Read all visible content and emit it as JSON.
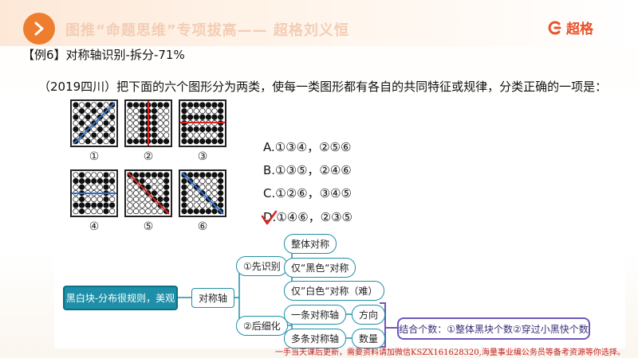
{
  "header": {
    "title": "图推“命题思维”专项拔高—— 超格刘义恒",
    "brand_name": "超格",
    "brand_color": "#e8532b",
    "accent": "#ee7d2e"
  },
  "question": {
    "label": "【例6】对称轴识别-拆分-71%",
    "text": "（2019四川）把下面的六个图形分为两类，使每一类图形都有各自的共同特征或规律，分类正确的一项是：",
    "figure_numbers": [
      "①",
      "②",
      "③",
      "④",
      "⑤",
      "⑥"
    ],
    "options": [
      "A.①③④，②⑤⑥",
      "B.①③⑤，②④⑥",
      "C.①②⑥，③④⑤",
      "D.①④⑥，②③⑤"
    ],
    "selected_option": "D"
  },
  "mindmap": {
    "root": "黑白块-分布很规则，美观",
    "level1": "对称轴",
    "branch_first": "①先识别",
    "first_children": [
      "整体对称",
      "仅“黑色“对称",
      "仅”白色“对称（难）"
    ],
    "branch_second": "②后细化",
    "second_children": [
      {
        "label": "一条对称轴",
        "result": "方向"
      },
      {
        "label": "多条对称轴",
        "result": "数量"
      }
    ],
    "summary": "结合个数：①整体黑块个数②穿过小黑快个数"
  },
  "footer": {
    "note": "一手当天课后更新，需要资料请加微信KSZX161628320,海量事业编公务员等备考资源等你选择。"
  }
}
